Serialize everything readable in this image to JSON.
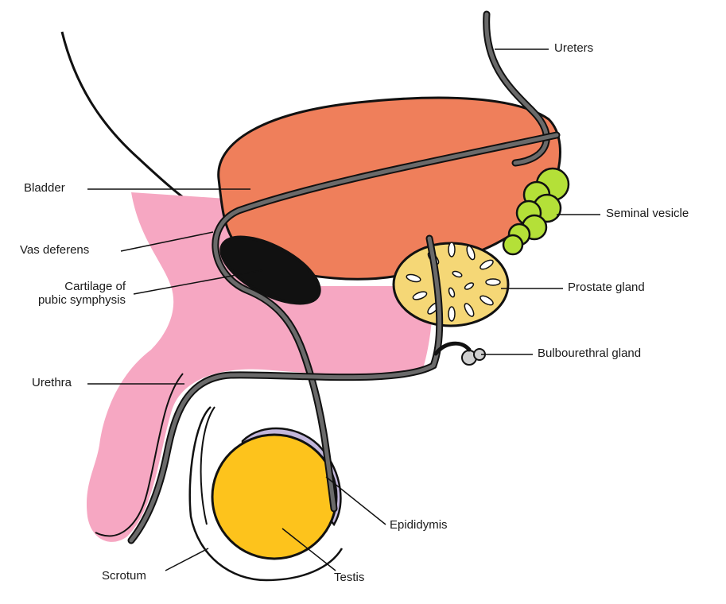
{
  "diagram": {
    "colors": {
      "background": "#ffffff",
      "outline": "#111111",
      "tissue": "#f6a7c2",
      "bladder": "#ef7f5b",
      "cartilage": "#111111",
      "prostate": "#f5d776",
      "seminal_vesicle": "#b4e038",
      "testis": "#fdc31c",
      "epididymis": "#c3b7dc",
      "duct": "#6a6a6a",
      "bulbourethral": "#d0d0d0"
    },
    "labels": {
      "ureters": "Ureters",
      "bladder": "Bladder",
      "seminal_vesicle": "Seminal vesicle",
      "vas_deferens": "Vas deferens",
      "cartilage_line1": "Cartilage of",
      "cartilage_line2": "pubic symphysis",
      "prostate_gland": "Prostate gland",
      "bulbourethral_gland": "Bulbourethral gland",
      "urethra": "Urethra",
      "epididymis": "Epididymis",
      "scrotum": "Scrotum",
      "testis": "Testis"
    }
  }
}
